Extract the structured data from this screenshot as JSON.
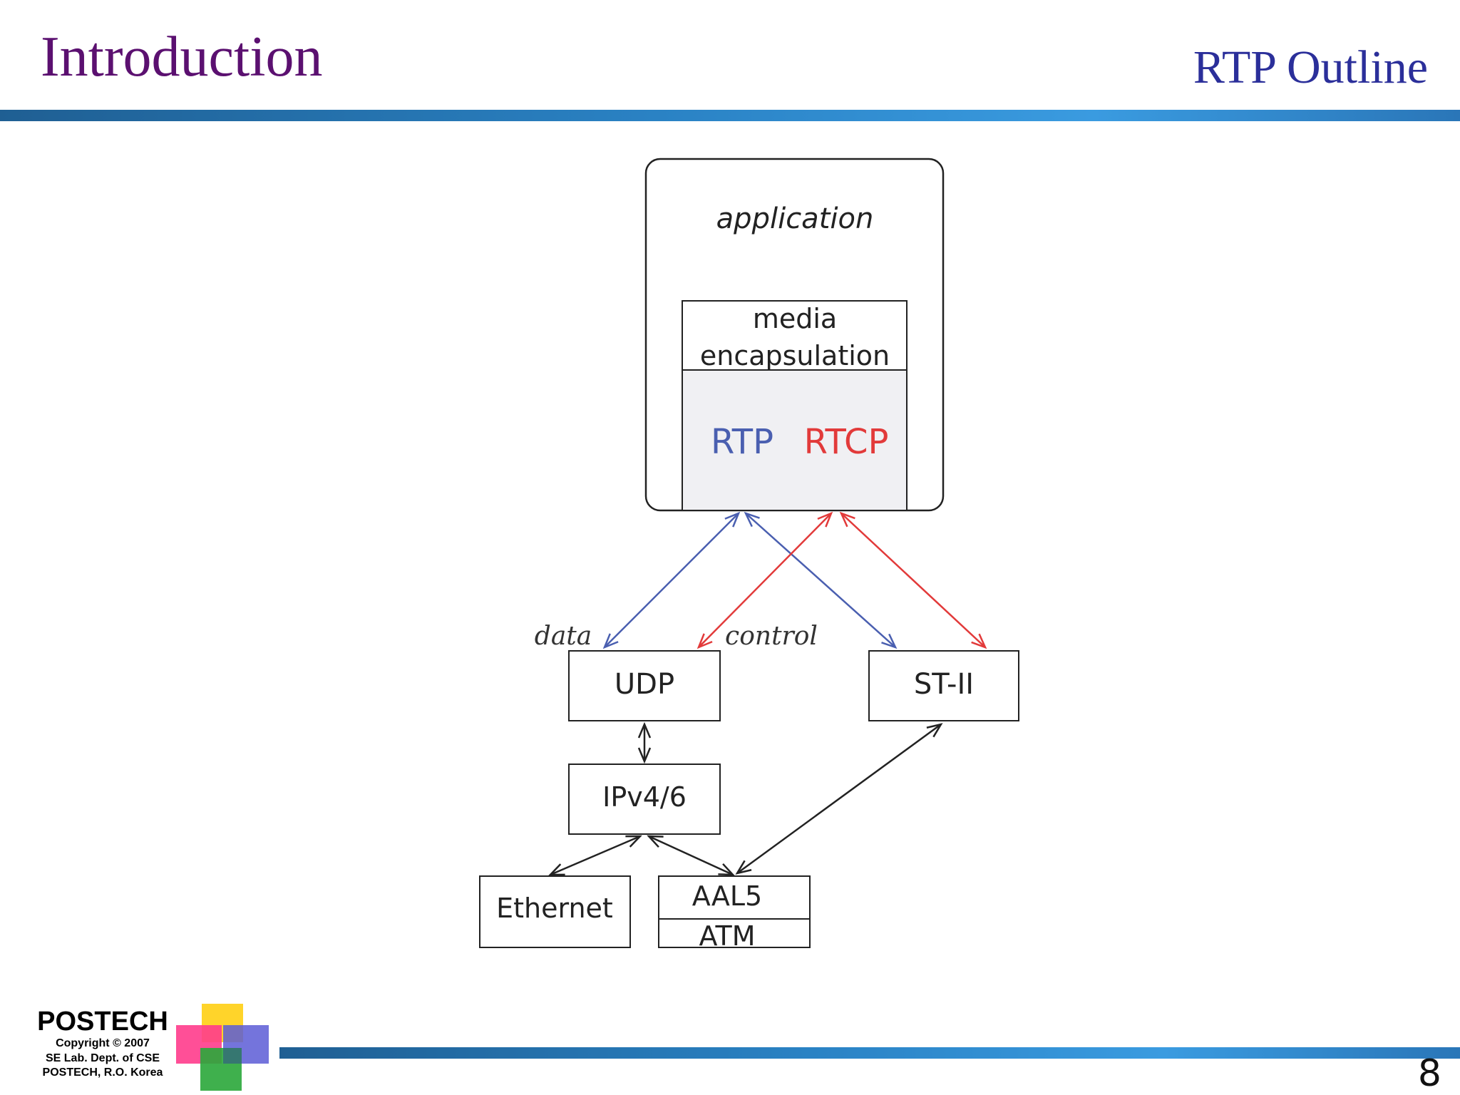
{
  "slide": {
    "title": "Introduction",
    "subtitle": "RTP Outline",
    "page_number": "8"
  },
  "footer": {
    "org_name": "POSTECH",
    "copyright": "Copyright © 2007",
    "dept": "SE Lab. Dept. of CSE",
    "location": "POSTECH, R.O. Korea"
  },
  "diagram": {
    "application_label": "application",
    "media_line1": "media",
    "media_line2": "encapsulation",
    "rtp_label": "RTP",
    "rtcp_label": "RTCP",
    "data_label": "data",
    "control_label": "control",
    "udp_label": "UDP",
    "st2_label": "ST-II",
    "ip_label": "IPv4/6",
    "ethernet_label": "Ethernet",
    "aal5_label": "AAL5",
    "atm_label": "ATM"
  },
  "colors": {
    "title": "#5b1070",
    "subtitle": "#2b2f9a",
    "rtp_blue": "#4a5fb0",
    "rtcp_red": "#e23a3a",
    "protocol_panel_bg": "#f0f0f3",
    "rule_blue": "#2a82c4"
  },
  "icons": {
    "logo": "postech-color-squares-logo"
  }
}
